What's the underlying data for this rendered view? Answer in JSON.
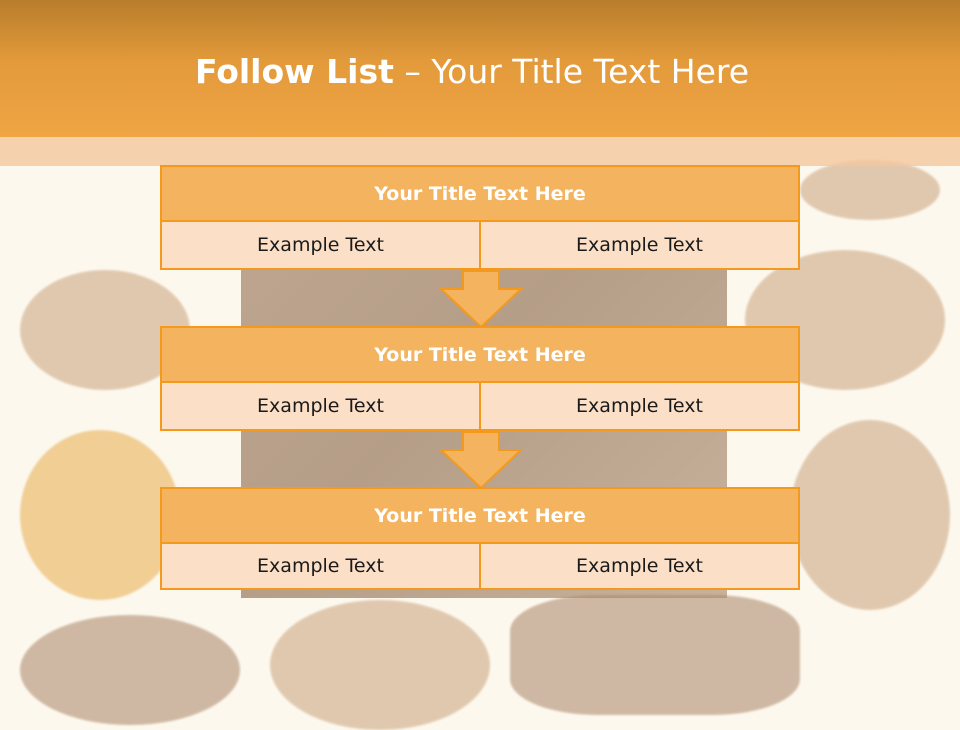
{
  "slide": {
    "title_bold": "Follow List",
    "title_rest": " – Your Title Text Here"
  },
  "blocks": [
    {
      "title": "Your Title Text Here",
      "left": "Example Text",
      "right": "Example Text"
    },
    {
      "title": "Your Title Text Here",
      "left": "Example Text",
      "right": "Example Text"
    },
    {
      "title": "Your Title Text Here",
      "left": "Example Text",
      "right": "Example Text"
    }
  ],
  "colors": {
    "header_orange": "#f0a545",
    "block_title_fill": "#f3b35f",
    "block_border": "#f39a1e",
    "cell_fill": "#fbdfc6"
  }
}
